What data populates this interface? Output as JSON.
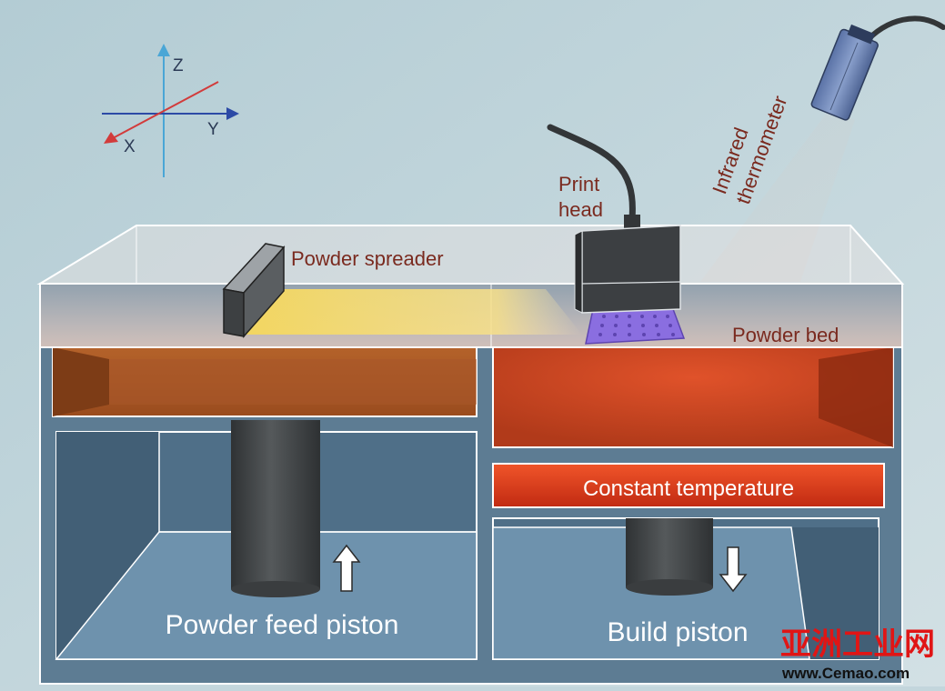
{
  "labels": {
    "axis_z": "Z",
    "axis_y": "Y",
    "axis_x": "X",
    "powder_spreader": "Powder spreader",
    "print_head_line1": "Print",
    "print_head_line2": "head",
    "infrared_line1": "Infrared",
    "infrared_line2": "thermometer",
    "powder_bed": "Powder bed",
    "constant_temperature": "Constant temperature",
    "powder_feed_piston": "Powder feed piston",
    "build_piston": "Build piston"
  },
  "watermark": {
    "chinese": "亚洲工业网",
    "url": "www.Cemao.com"
  },
  "colors": {
    "background": "#c3d6dc",
    "chamber": "#5d7c93",
    "chamber_dark": "#4a6a82",
    "floor": "#6e92ad",
    "powder_feed": "#a85722",
    "powder_build": "#c64a22",
    "heater": "#d93a1a",
    "piston": "#3e4244",
    "print_head": "#3c3f42",
    "printed_part": "#8a6ee0",
    "spreader_trail": "#f2d660",
    "infrared_beam": "#ff3b1e",
    "thermometer": "#6e86b8",
    "label_dark": "#7a2a1f",
    "axis_z": "#4aa6d6",
    "axis_y": "#2c4aa6",
    "axis_x": "#d23b3b",
    "watermark": "#e01515"
  }
}
